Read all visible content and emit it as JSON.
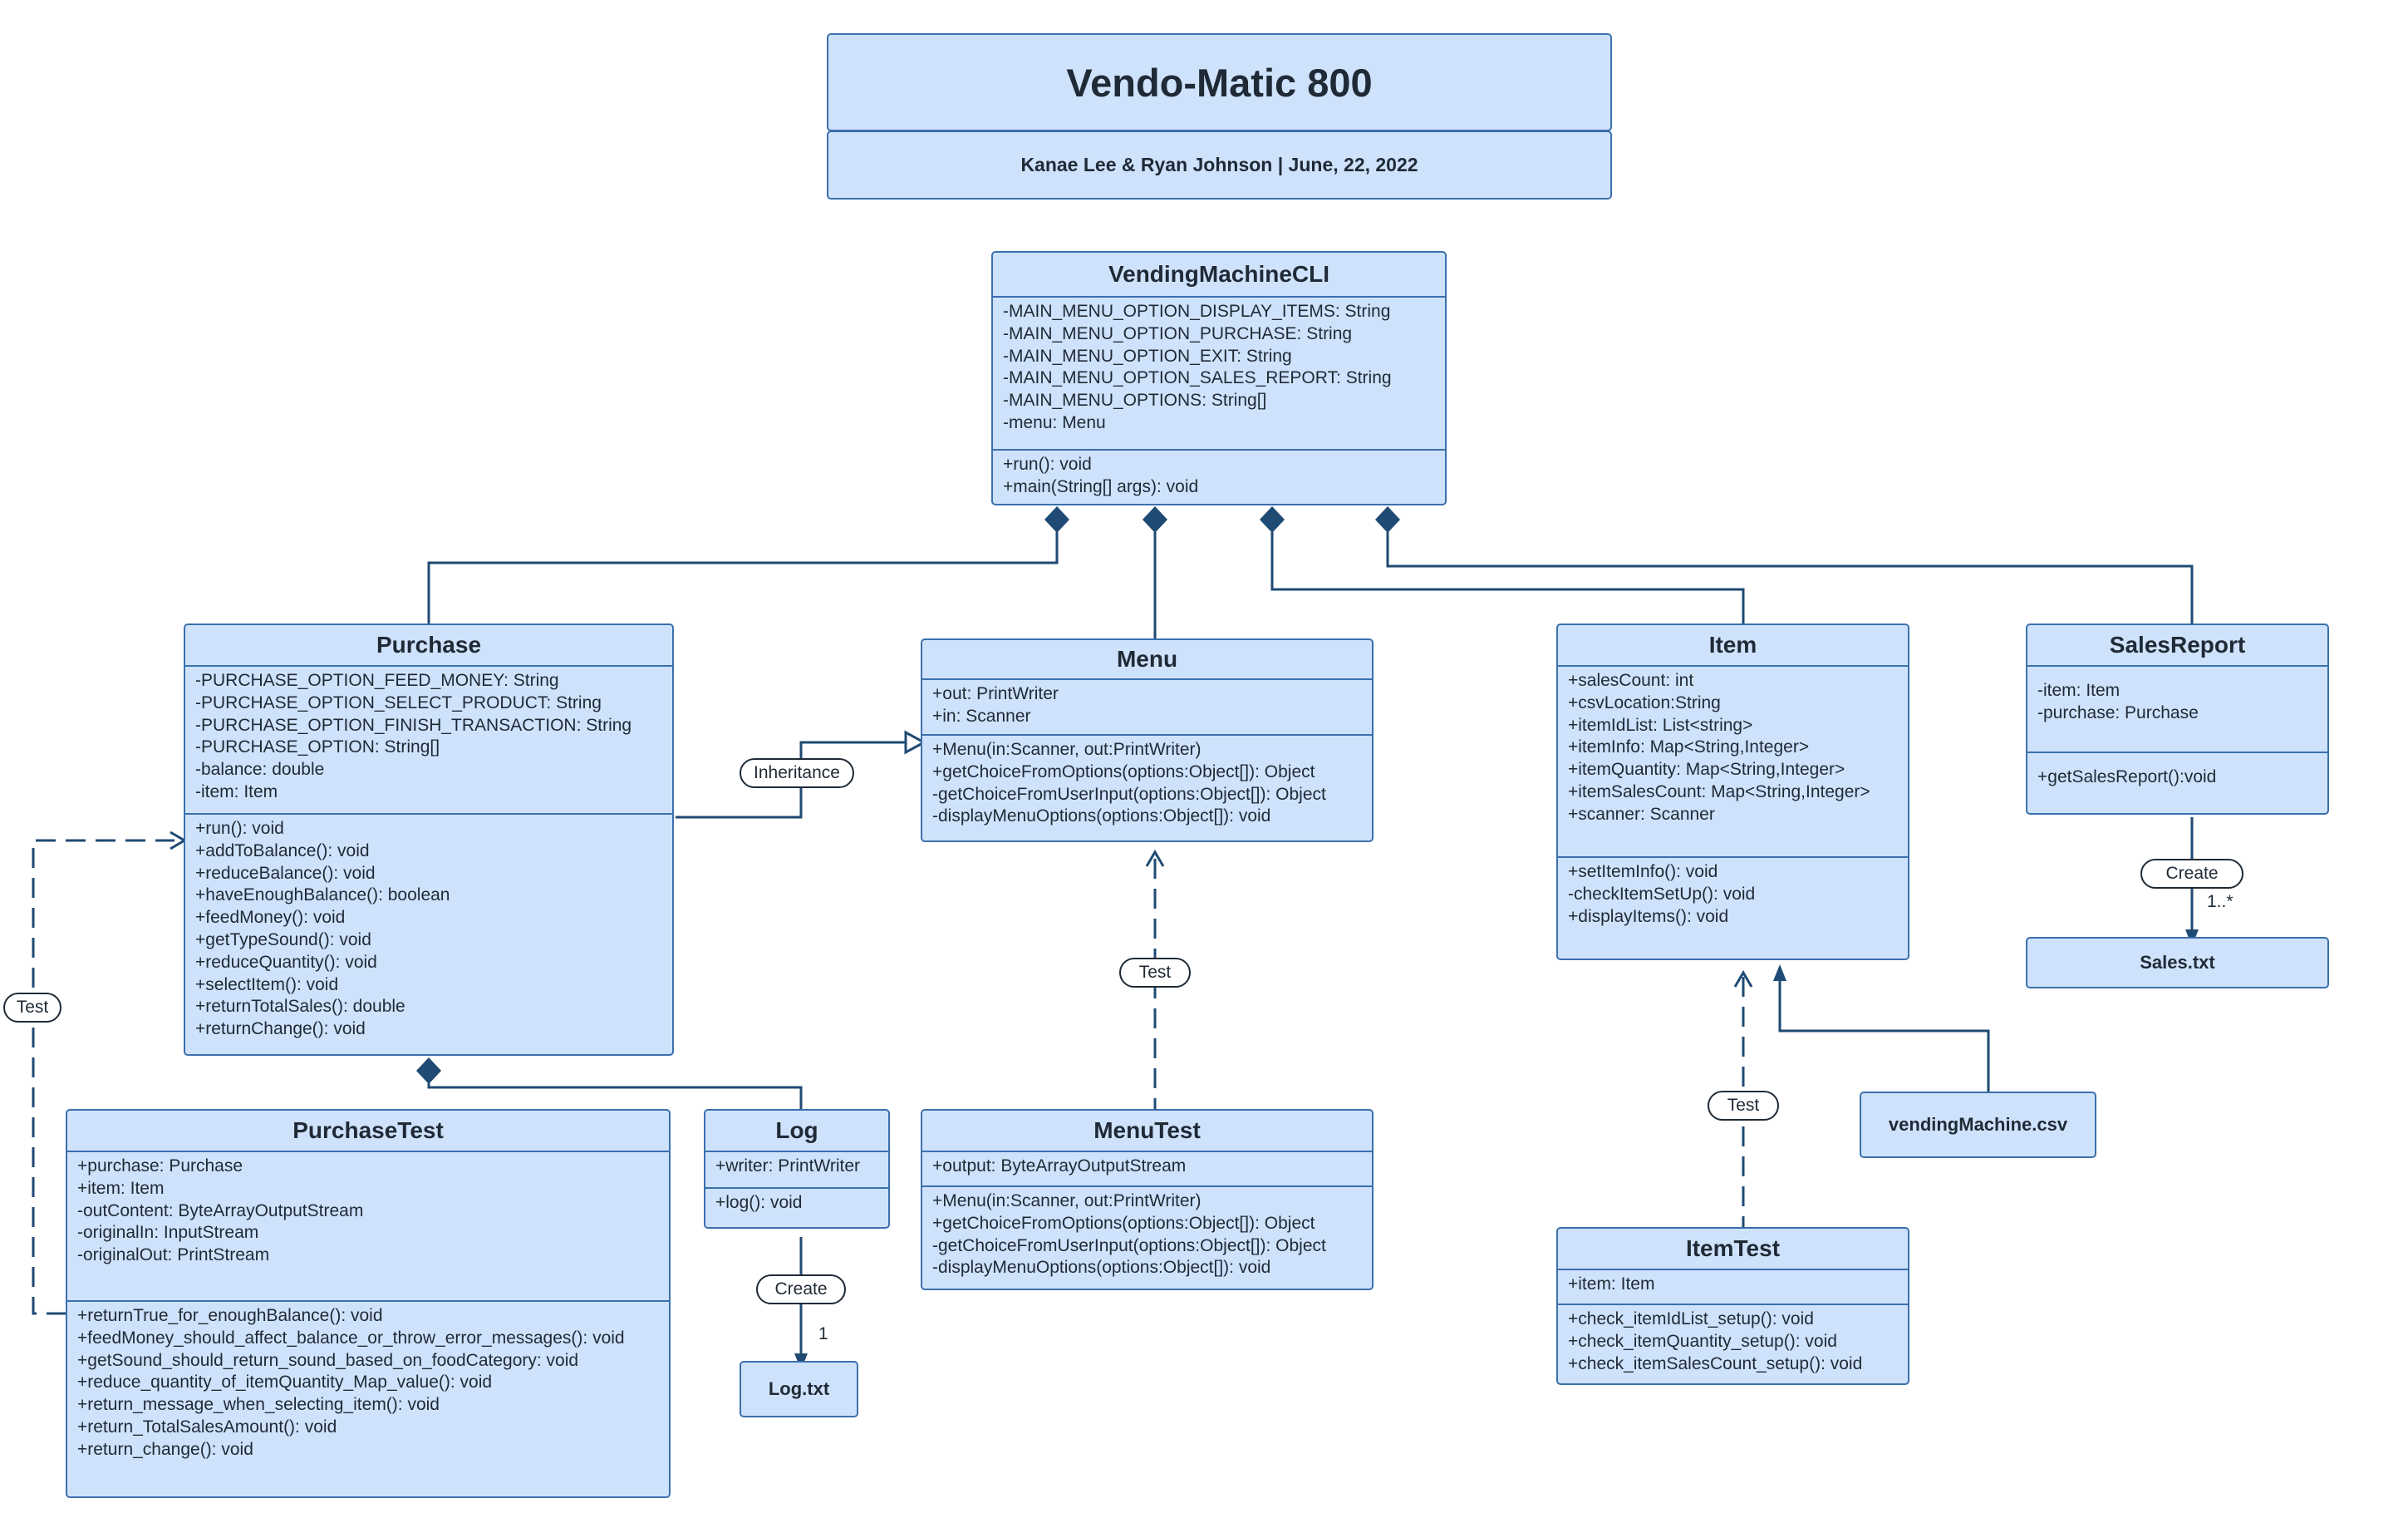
{
  "header": {
    "title": "Vendo-Matic 800",
    "subtitle": "Kanae Lee  &  Ryan Johnson | June, 22, 2022"
  },
  "classes": {
    "vending_machine_cli": {
      "name": "VendingMachineCLI",
      "attributes": [
        "-MAIN_MENU_OPTION_DISPLAY_ITEMS: String",
        "-MAIN_MENU_OPTION_PURCHASE: String",
        "-MAIN_MENU_OPTION_EXIT: String",
        "-MAIN_MENU_OPTION_SALES_REPORT: String",
        "-MAIN_MENU_OPTIONS: String[]",
        "-menu: Menu"
      ],
      "methods": [
        "+run(): void",
        "+main(String[] args): void"
      ]
    },
    "purchase": {
      "name": "Purchase",
      "attributes": [
        "-PURCHASE_OPTION_FEED_MONEY: String",
        "-PURCHASE_OPTION_SELECT_PRODUCT: String",
        "-PURCHASE_OPTION_FINISH_TRANSACTION: String",
        "-PURCHASE_OPTION: String[]",
        "-balance: double",
        "-item: Item"
      ],
      "methods": [
        "+run(): void",
        "+addToBalance(): void",
        "+reduceBalance(): void",
        "+haveEnoughBalance(): boolean",
        "+feedMoney(): void",
        "+getTypeSound(): void",
        "+reduceQuantity(): void",
        "+selectItem(): void",
        "+returnTotalSales(): double",
        "+returnChange(): void"
      ]
    },
    "menu": {
      "name": "Menu",
      "attributes": [
        "+out: PrintWriter",
        "+in: Scanner"
      ],
      "methods": [
        "+Menu(in:Scanner, out:PrintWriter)",
        "+getChoiceFromOptions(options:Object[]): Object",
        "-getChoiceFromUserInput(options:Object[]): Object",
        "-displayMenuOptions(options:Object[]): void"
      ]
    },
    "item": {
      "name": "Item",
      "attributes": [
        "+salesCount: int",
        "+csvLocation:String",
        "+itemIdList: List<string>",
        "+itemInfo: Map<String,Integer>",
        "+itemQuantity: Map<String,Integer>",
        "+itemSalesCount: Map<String,Integer>",
        "+scanner: Scanner"
      ],
      "methods": [
        "+setItemInfo(): void",
        "-checkItemSetUp(): void",
        "+displayItems(): void"
      ]
    },
    "sales_report": {
      "name": "SalesReport",
      "attributes": [
        "-item: Item",
        "-purchase: Purchase"
      ],
      "methods": [
        "+getSalesReport():void"
      ]
    },
    "purchase_test": {
      "name": "PurchaseTest",
      "attributes": [
        "+purchase: Purchase",
        "+item: Item",
        "-outContent: ByteArrayOutputStream",
        "-originalIn: InputStream",
        "-originalOut: PrintStream"
      ],
      "methods": [
        "+returnTrue_for_enoughBalance(): void",
        "+feedMoney_should_affect_balance_or_throw_error_messages(): void",
        "+getSound_should_return_sound_based_on_foodCategory: void",
        "+reduce_quantity_of_itemQuantity_Map_value(): void",
        "+return_message_when_selecting_item(): void",
        "+return_TotalSalesAmount(): void",
        "+return_change(): void"
      ]
    },
    "log": {
      "name": "Log",
      "attributes": [
        "+writer: PrintWriter"
      ],
      "methods": [
        "+log(): void"
      ]
    },
    "menu_test": {
      "name": "MenuTest",
      "attributes": [
        "+output: ByteArrayOutputStream"
      ],
      "methods": [
        "+Menu(in:Scanner, out:PrintWriter)",
        "+getChoiceFromOptions(options:Object[]): Object",
        "-getChoiceFromUserInput(options:Object[]): Object",
        "-displayMenuOptions(options:Object[]): void"
      ]
    },
    "item_test": {
      "name": "ItemTest",
      "attributes": [
        "+item: Item"
      ],
      "methods": [
        "+check_itemIdList_setup(): void",
        "+check_itemQuantity_setup(): void",
        "+check_itemSalesCount_setup(): void"
      ]
    }
  },
  "files": {
    "sales_txt": "Sales.txt",
    "log_txt": "Log.txt",
    "vending_csv": "vendingMachine.csv"
  },
  "labels": {
    "inheritance": "Inheritance",
    "test_menu": "Test",
    "test_item": "Test",
    "test_purchase": "Test",
    "create_sales": "Create",
    "create_log": "Create",
    "mult_sales": "1..*",
    "mult_log": "1"
  },
  "colors": {
    "box_fill": "#cfe2fb",
    "box_border": "#3b70ad",
    "connector": "#1f4a73"
  }
}
